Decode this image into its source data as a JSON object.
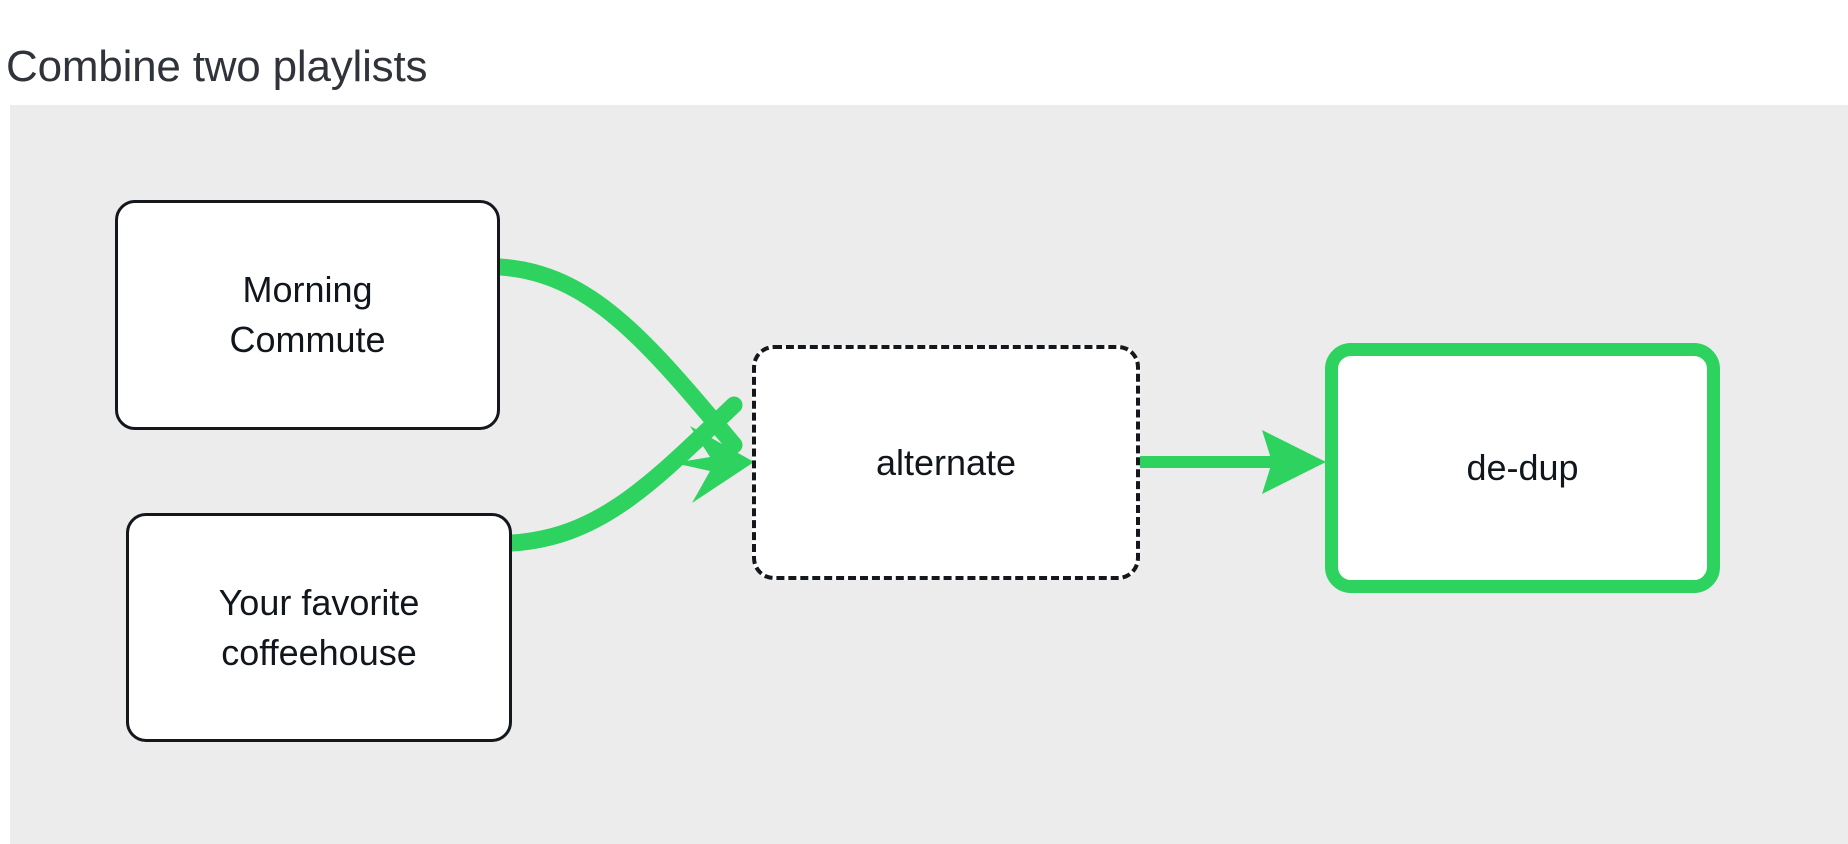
{
  "page": {
    "title": "Combine two playlists",
    "background_color": "#ffffff",
    "canvas_background_color": "#ececec"
  },
  "diagram": {
    "type": "flow",
    "accent_color": "#2ed25f",
    "node_text_color": "#11151c",
    "nodes": [
      {
        "id": "morning-commute",
        "label": "Morning\nCommute",
        "role": "source-playlist",
        "border_style": "solid",
        "border_color": "#14181d",
        "fill_color": "#ffffff"
      },
      {
        "id": "coffeehouse",
        "label": "Your favorite\ncoffeehouse",
        "role": "source-playlist",
        "border_style": "solid",
        "border_color": "#14181d",
        "fill_color": "#ffffff"
      },
      {
        "id": "alternate",
        "label": "alternate",
        "role": "operation",
        "border_style": "dashed",
        "border_color": "#14181d",
        "fill_color": "#ffffff"
      },
      {
        "id": "dedup",
        "label": "de-dup",
        "role": "result",
        "border_style": "solid",
        "border_color": "#2ed25f",
        "fill_color": "#ffffff"
      }
    ],
    "edges": [
      {
        "id": "morning-commute-to-alternate",
        "from": "morning-commute",
        "to": "alternate",
        "shape": "curve",
        "color": "#2ed25f",
        "arrowhead": true
      },
      {
        "id": "coffeehouse-to-alternate",
        "from": "coffeehouse",
        "to": "alternate",
        "shape": "curve",
        "color": "#2ed25f",
        "arrowhead": true
      },
      {
        "id": "alternate-to-dedup",
        "from": "alternate",
        "to": "dedup",
        "shape": "straight",
        "color": "#2ed25f",
        "arrowhead": true
      }
    ]
  }
}
